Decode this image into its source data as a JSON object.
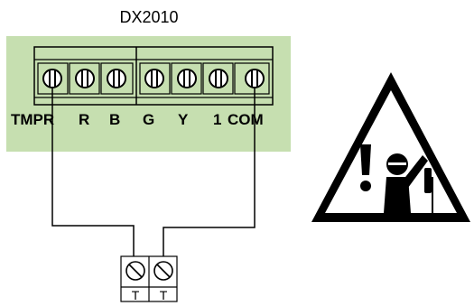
{
  "diagram": {
    "title": "DX2010",
    "terminals": [
      "TMPR",
      "R",
      "B",
      "G",
      "Y",
      "1",
      "COM"
    ],
    "tamper_terminals": [
      "T",
      "T"
    ],
    "colors": {
      "board": "#c6dfb0",
      "line": "#000000",
      "background": "#ffffff"
    },
    "icons": [
      "screw-terminal-icon",
      "warning-triangle-icon",
      "exclamation-icon",
      "technician-icon"
    ]
  }
}
